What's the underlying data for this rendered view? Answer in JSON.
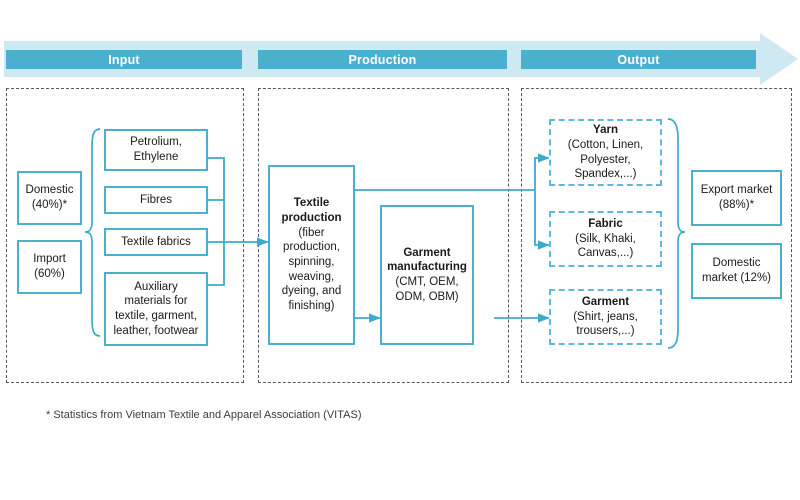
{
  "diagram": {
    "title_bar": {
      "phases": [
        {
          "label": "Input"
        },
        {
          "label": "Production"
        },
        {
          "label": "Output"
        }
      ],
      "arrow_icon": "right-arrow-icon"
    },
    "colors": {
      "accent": "#4BAFD0",
      "accent_light": "#CFE9F3",
      "dashed_outline": "#5FB9DC",
      "section_outline": "#5A5A5A",
      "text": "#1A1A1A"
    },
    "input": {
      "sources": [
        {
          "line1": "Domestic",
          "line2": "(40%)*"
        },
        {
          "line1": "Import",
          "line2": "(60%)"
        }
      ],
      "materials": [
        {
          "text": "Petrolium,\nEthylene"
        },
        {
          "text": "Fibres"
        },
        {
          "text": "Textile fabrics"
        },
        {
          "text": "Auxiliary\nmaterials for\ntextile, garment,\nleather, footwear"
        }
      ]
    },
    "production": {
      "steps": [
        {
          "title": "Textile",
          "title2": "production",
          "detail": "(fiber\nproduction,\nspinning,\nweaving,\ndyeing, and\nfinishing)"
        },
        {
          "title": "Garment",
          "title2": "manufacturing",
          "detail": "(CMT, OEM,\nODM, OBM)"
        }
      ]
    },
    "output": {
      "products": [
        {
          "title": "Yarn",
          "detail": "(Cotton, Linen,\nPolyester,\nSpandex,...)"
        },
        {
          "title": "Fabric",
          "detail": "(Silk, Khaki,\nCanvas,...)"
        },
        {
          "title": "Garment",
          "detail": "(Shirt, jeans,\ntrousers,...)"
        }
      ],
      "markets": [
        {
          "line1": "Export market",
          "line2": "(88%)*"
        },
        {
          "line1": "Domestic",
          "line2": "market (12%)"
        }
      ]
    },
    "footnote": "* Statistics from Vietnam Textile and Apparel Association (VITAS)"
  }
}
